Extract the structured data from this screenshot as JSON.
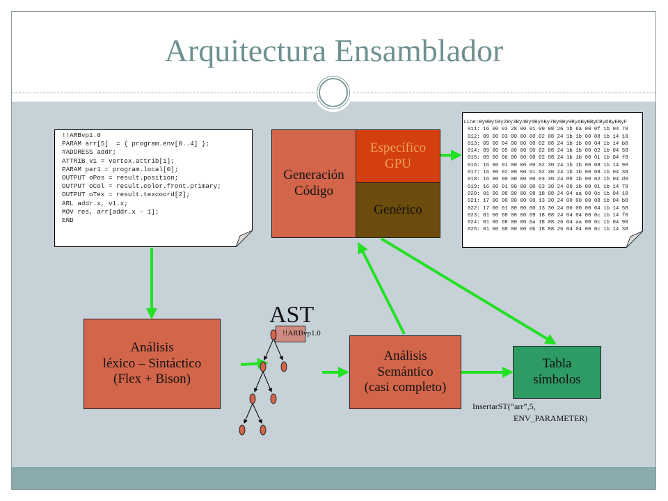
{
  "title": "Arquitectura Ensamblador",
  "code_doc": {
    "lines": [
      "!!ARBvp1.0",
      "PARAM arr[5]  = { program.env[0..4] };",
      "#ADDRESS addr;",
      "ATTRIB v1 = vertex.attrib[1];",
      "PARAM par1 = program.local[0];",
      "OUTPUT oPos = result.position;",
      "OUTPUT oCol = result.color.front.primary;",
      "OUTPUT oTex = result.texcoord[2];",
      "ARL addr.x, v1.x;",
      "MOV res, arr[addr.x - 1];",
      "END"
    ]
  },
  "hex_doc": {
    "header": "Line:By0By1By2By3By4By5By6By7By8By9ByAByBByCByDByEByF",
    "lines": [
      "011: 16 00 03 28 00 01 00 08 26 1b 6a 00 0f 1b 04 78",
      "012: 09 00 03 00 00 00 02 08 24 1b 1b 00 08 1b 14 18",
      "013: 09 00 04 00 00 00 02 08 24 1b 1b 00 04 1b 14 b8",
      "014: 09 00 05 00 00 00 02 08 24 1b 1b 00 02 1b 04 58",
      "015: 09 00 06 00 00 00 02 08 24 1b 1b 00 01 1b 04 f8",
      "016: 16 00 01 00 00 00 02 30 24 1b 1b 00 08 1b 14 98",
      "017: 16 00 02 00 00 01 02 30 24 1b 1b 00 08 1b 04 38",
      "018: 16 00 00 00 00 00 03 30 24 00 1b 00 02 1b 04 d8",
      "019: 16 00 01 00 00 00 03 30 24 00 1b 00 01 1b 14 78",
      "020: 01 00 08 00 00 08 18 08 24 04 aa 00 0c 1b 04 18",
      "021: 17 00 00 00 00 00 13 30 24 00 00 00 08 1b 04 b8",
      "022: 17 00 01 00 00 00 13 30 24 00 00 00 04 1b 14 58",
      "023: 01 00 08 00 00 09 18 08 24 04 04 00 0c 1b 14 f8",
      "024: 01 00 08 00 00 0a 18 08 26 04 aa 00 0c 1b 04 98",
      "025: 01 00 08 00 00 0b 18 08 26 04 04 00 0c 1b 14 38"
    ]
  },
  "boxes": {
    "generacion": [
      "Generación",
      "Código"
    ],
    "especifico": [
      "Específico",
      "GPU"
    ],
    "generico": "Genérico",
    "lexico": [
      "Análisis",
      "léxico – Sintáctico",
      "(Flex + Bison)"
    ],
    "semantico": [
      "Análisis",
      "Semántico",
      "(casi completo)"
    ],
    "tabla": [
      "Tabla",
      "símbolos"
    ]
  },
  "ast": {
    "label": "AST",
    "root_label": "!!ARBvp1.0"
  },
  "insert_note": [
    "InsertarST(“arr”,5,",
    "ENV_PARAMETER)"
  ],
  "colors": {
    "arrow": "#22e022",
    "red_box": "#d2654a",
    "gpu": "#d43f0f",
    "generic": "#6b4c0c",
    "table": "#2e9a64"
  }
}
